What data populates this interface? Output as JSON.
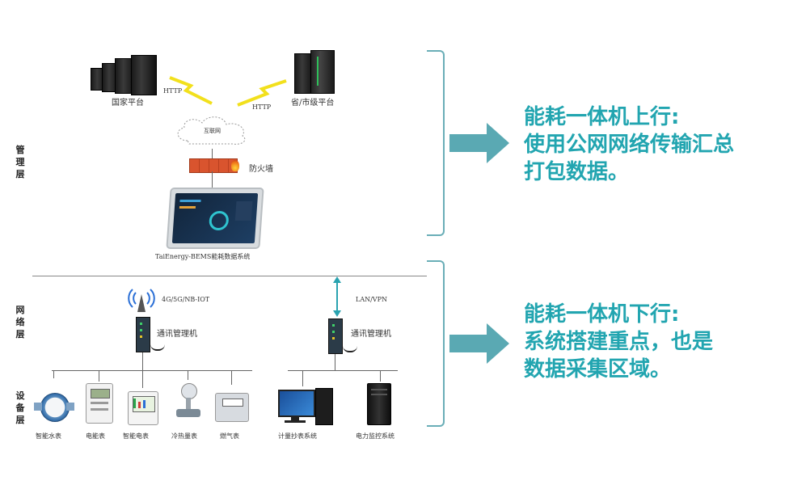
{
  "layers": {
    "management": "管理层",
    "network": "网络层",
    "device": "设备层"
  },
  "top": {
    "national_platform": "国家平台",
    "provincial_platform": "省/市级平台",
    "http_left": "HTTP",
    "http_right": "HTTP",
    "internet": "互联网",
    "firewall": "防火墙",
    "system_name": "TaiEnergy-BEMS能耗数据系统"
  },
  "network": {
    "wireless_label": "4G/5G/NB-IOT",
    "gateway_left": "通讯管理机",
    "lan_label": "LAN/VPN",
    "gateway_right": "通讯管理机"
  },
  "devices": [
    {
      "label": "智能水表"
    },
    {
      "label": "电能表"
    },
    {
      "label": "智能电表"
    },
    {
      "label": "冷热量表"
    },
    {
      "label": "燃气表"
    },
    {
      "label": "计量抄表系统"
    },
    {
      "label": "电力监控系统"
    }
  ],
  "callouts": {
    "upper": [
      "能耗一体机上行:",
      "使用公网网络传输汇总",
      "打包数据。"
    ],
    "lower": [
      "能耗一体机下行:",
      "系统搭建重点，也是",
      "数据采集区域。"
    ]
  },
  "colors": {
    "accent": "#22a5b0",
    "arrow": "#5aa9b3",
    "brace": "#6aaeb7",
    "lightning": "#f2e01c",
    "firewall": "#d9542e"
  }
}
